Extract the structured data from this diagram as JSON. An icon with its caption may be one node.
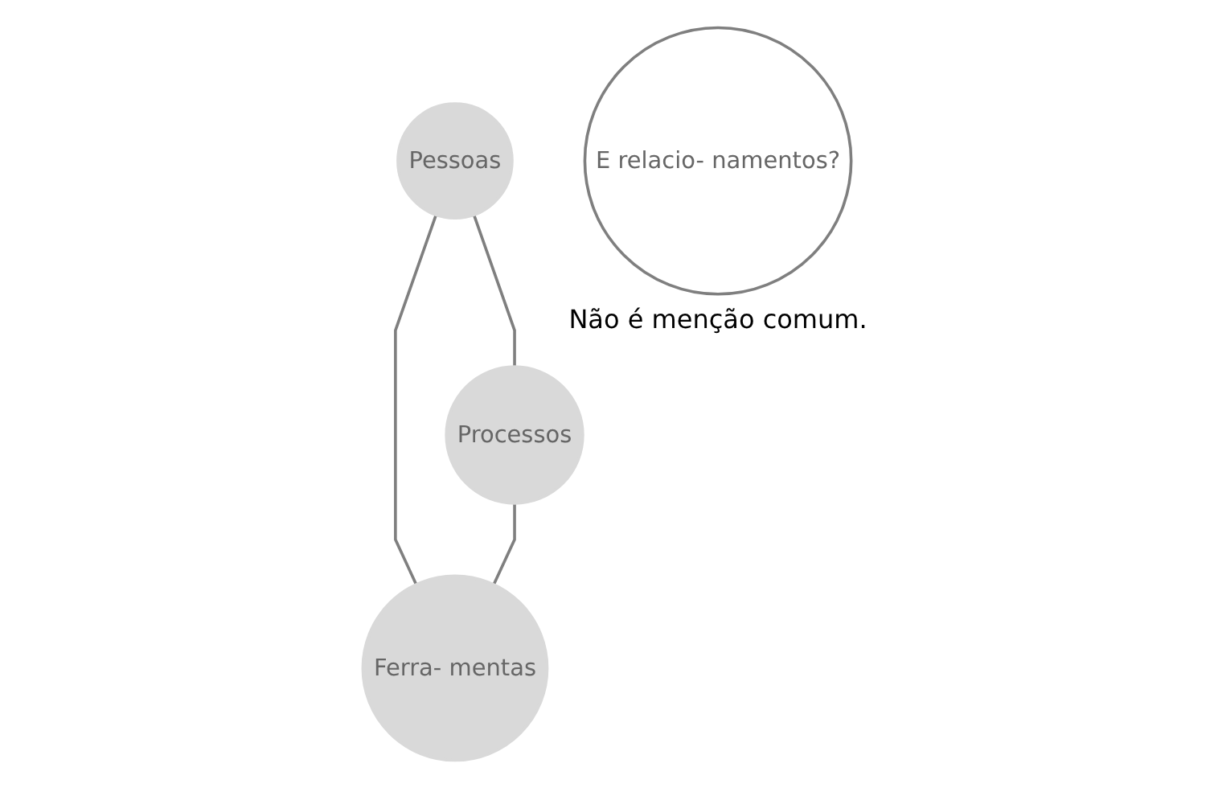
{
  "diagram": {
    "nodes": [
      {
        "text": [
          "Pessoas"
        ]
      },
      {
        "text": [
          "Processos"
        ]
      },
      {
        "text": [
          "Ferra- mentas"
        ]
      },
      {
        "text": [
          "E relacio- namentos?"
        ],
        "beside": [
          "Não é menção comum."
        ]
      }
    ],
    "edges": [
      {
        "from": 0,
        "to": 1,
        "arrow": "none"
      },
      {
        "from": 0,
        "to": 2,
        "arrow": "none"
      },
      {
        "from": 1,
        "to": 2,
        "arrow": "none"
      }
    ]
  }
}
